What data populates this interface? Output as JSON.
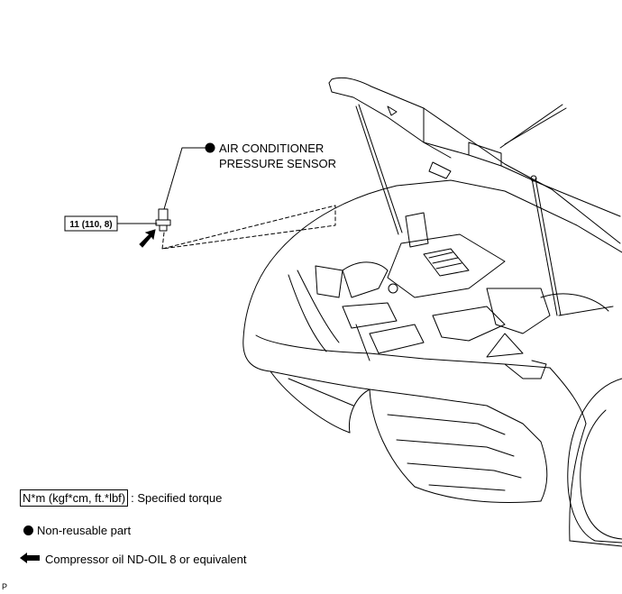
{
  "callouts": {
    "sensor_line1": "AIR CONDITIONER",
    "sensor_line2": "PRESSURE SENSOR",
    "torque": "11 (110, 8)"
  },
  "legend": {
    "torque_box": "N*m (kgf*cm, ft.*lbf)",
    "torque_text": ": Specified torque",
    "nonreusable_text": "Non-reusable part",
    "oil_text": "Compressor oil ND-OIL 8 or equivalent"
  },
  "footer": {
    "code": "P"
  },
  "icons": {
    "nonreusable": "filled-circle-icon",
    "oil": "arrow-left-icon"
  }
}
